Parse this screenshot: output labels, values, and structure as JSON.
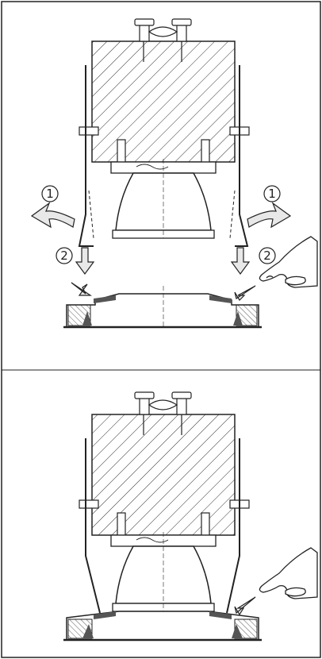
{
  "diagram": {
    "step_markers": [
      {
        "label": "1"
      },
      {
        "label": "1"
      },
      {
        "label": "2"
      },
      {
        "label": "2"
      }
    ]
  },
  "colors": {
    "line": "#222222",
    "hatch_fill": "#ffffff",
    "arrow_fill": "#e8e8e8",
    "gasket": "#555555"
  }
}
